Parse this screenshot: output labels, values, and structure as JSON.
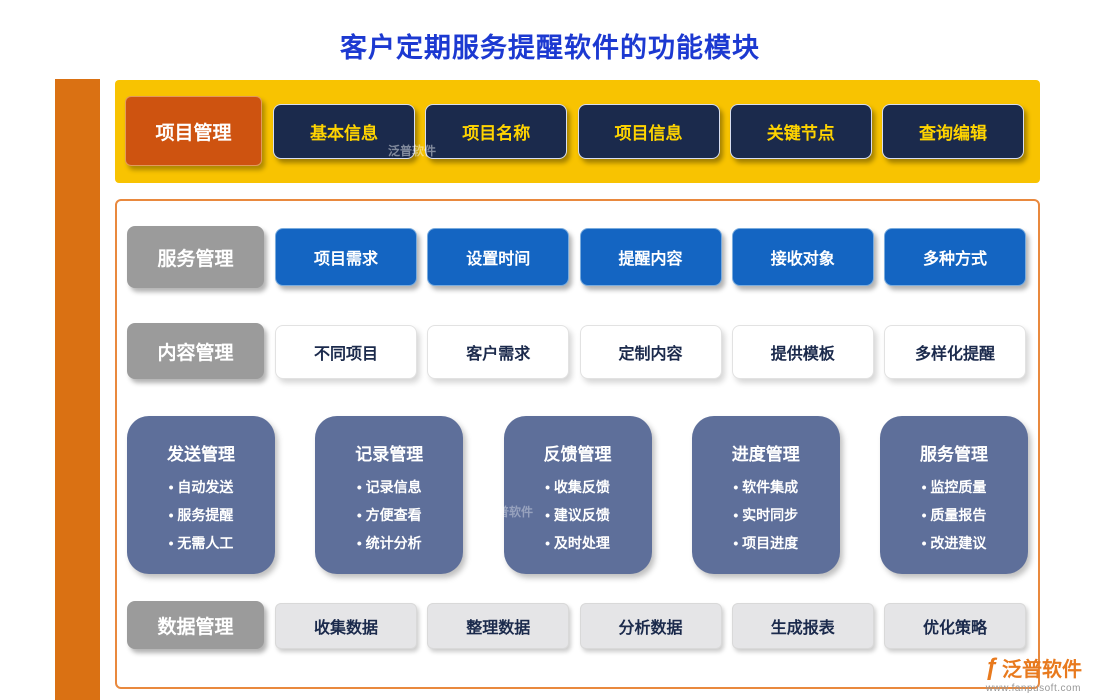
{
  "title": "客户定期服务提醒软件的功能模块",
  "watermark": "泛普软件",
  "icons": {
    "fanpu_logo": "ƒ"
  },
  "band": {
    "label": "项目管理",
    "items": [
      "基本信息",
      "项目名称",
      "项目信息",
      "关键节点",
      "查询编辑"
    ]
  },
  "service_row": {
    "label": "服务管理",
    "items": [
      "项目需求",
      "设置时间",
      "提醒内容",
      "接收对象",
      "多种方式"
    ]
  },
  "content_row": {
    "label": "内容管理",
    "items": [
      "不同项目",
      "客户需求",
      "定制内容",
      "提供模板",
      "多样化提醒"
    ]
  },
  "cards": [
    {
      "title": "发送管理",
      "items": [
        "自动发送",
        "服务提醒",
        "无需人工"
      ]
    },
    {
      "title": "记录管理",
      "items": [
        "记录信息",
        "方便查看",
        "统计分析"
      ]
    },
    {
      "title": "反馈管理",
      "items": [
        "收集反馈",
        "建议反馈",
        "及时处理"
      ]
    },
    {
      "title": "进度管理",
      "items": [
        "软件集成",
        "实时同步",
        "项目进度"
      ]
    },
    {
      "title": "服务管理",
      "items": [
        "监控质量",
        "质量报告",
        "改进建议"
      ]
    }
  ],
  "data_row": {
    "label": "数据管理",
    "items": [
      "收集数据",
      "整理数据",
      "分析数据",
      "生成报表",
      "优化策略"
    ]
  },
  "footer": {
    "brand": "泛普软件",
    "url": "www.fanpusoft.com"
  },
  "colors": {
    "title_blue": "#1C39D1",
    "accent_orange": "#DA7113",
    "band_yellow": "#F8C301",
    "label_orange": "#CE5310",
    "navy": "#1B2A4C",
    "navy_text": "#FFD400",
    "blue": "#1465C2",
    "gray_label": "#9B9B9B",
    "card_slate": "#5E6F9A",
    "box_border": "#E9893E",
    "brand_orange": "#E87A1E"
  }
}
